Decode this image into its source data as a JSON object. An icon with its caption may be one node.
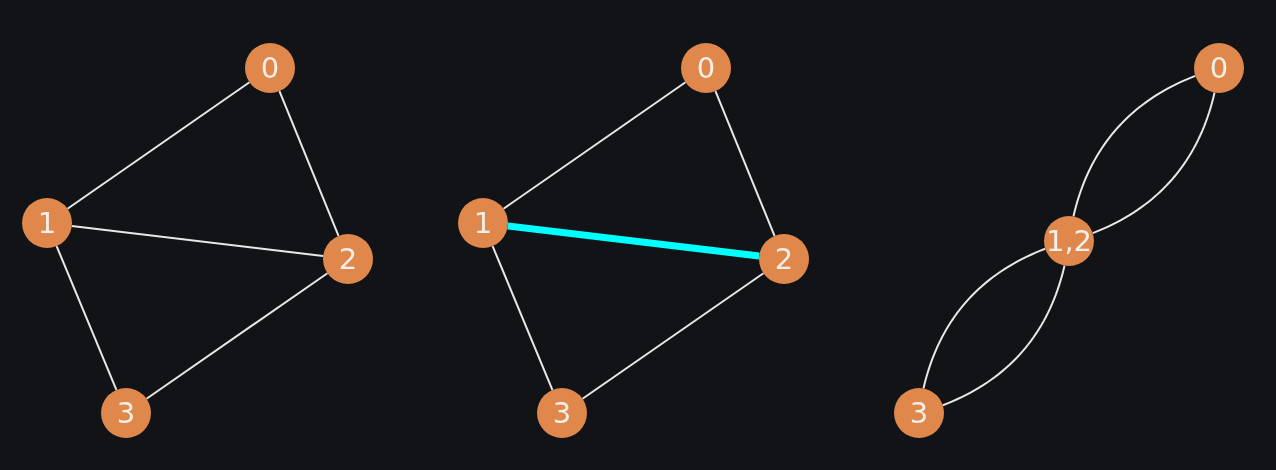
{
  "diagram": {
    "nodes": [
      {
        "text": [
          "0"
        ]
      },
      {
        "text": [
          "1"
        ]
      },
      {
        "text": [
          "2"
        ]
      },
      {
        "text": [
          "3"
        ]
      },
      {
        "text": [
          "0"
        ]
      },
      {
        "text": [
          "1"
        ]
      },
      {
        "text": [
          "2"
        ]
      },
      {
        "text": [
          "3"
        ]
      },
      {
        "text": [
          "0"
        ]
      },
      {
        "text": [
          "1,2"
        ]
      },
      {
        "text": [
          "3"
        ]
      }
    ],
    "edges": [
      {
        "from": 0,
        "to": 1,
        "arrow": "none"
      },
      {
        "from": 0,
        "to": 2,
        "arrow": "none"
      },
      {
        "from": 1,
        "to": 2,
        "arrow": "none"
      },
      {
        "from": 1,
        "to": 3,
        "arrow": "none"
      },
      {
        "from": 2,
        "to": 3,
        "arrow": "none"
      },
      {
        "from": 4,
        "to": 5,
        "arrow": "none"
      },
      {
        "from": 4,
        "to": 6,
        "arrow": "none"
      },
      {
        "from": 5,
        "to": 6,
        "arrow": "none",
        "style": "thick",
        "color": "#00ffff"
      },
      {
        "from": 5,
        "to": 7,
        "arrow": "none"
      },
      {
        "from": 6,
        "to": 7,
        "arrow": "none"
      },
      {
        "from": 8,
        "to": 9,
        "arrow": "none"
      },
      {
        "from": 8,
        "to": 9,
        "arrow": "none"
      },
      {
        "from": 9,
        "to": 10,
        "arrow": "none"
      },
      {
        "from": 9,
        "to": 10,
        "arrow": "none"
      }
    ]
  }
}
